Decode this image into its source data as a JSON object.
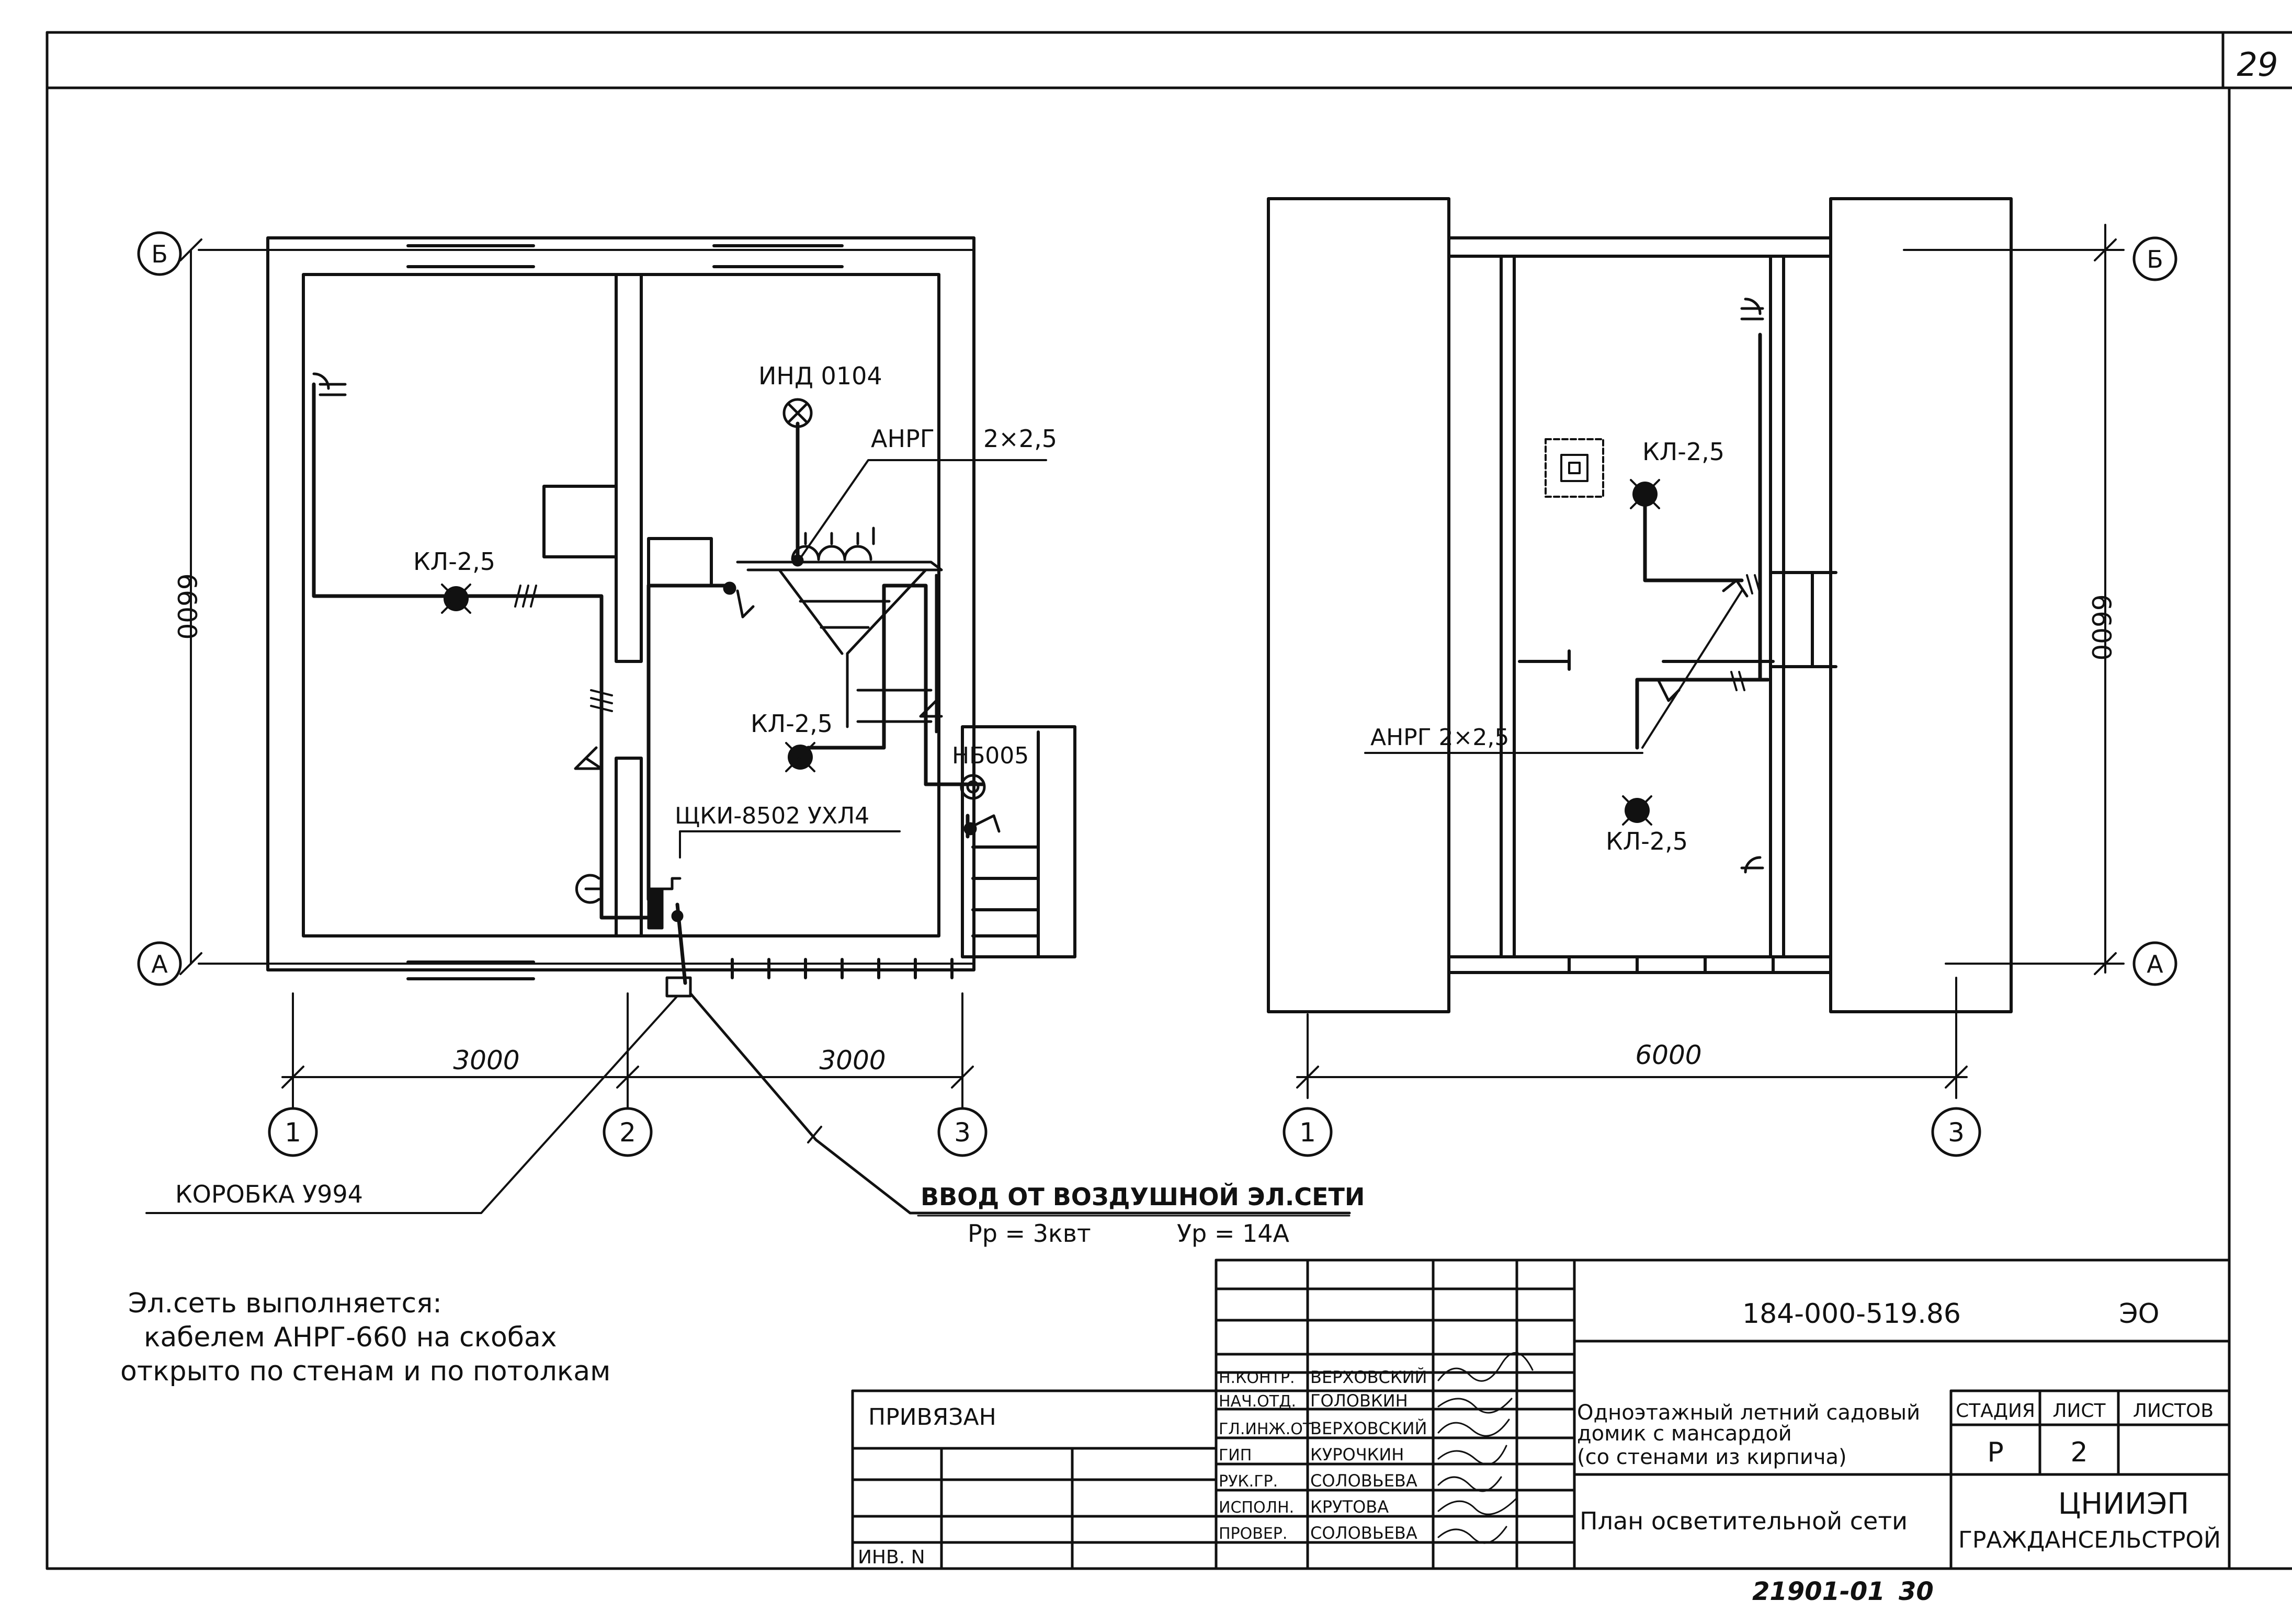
{
  "sheet": {
    "page_number": "29",
    "bottom_code": "21901-01",
    "bottom_page": "30"
  },
  "grid_labels": {
    "row_b": "Б",
    "row_a": "А",
    "col_1": "1",
    "col_2": "2",
    "col_3": "3"
  },
  "plan_left": {
    "dim_height": "6600",
    "dim_span_1": "3000",
    "dim_span_2": "3000",
    "lamp_1": "КЛ-2,5",
    "lamp_2": "КЛ-2,5",
    "indicator": "ИНД 0104",
    "cable_label": "АНРГ",
    "cable_section": "2×2,5",
    "bell": "НБ005",
    "panel": "ЩКИ-8502 УХЛ4",
    "box_label": "КОРОБКА  У994",
    "input_label": "ВВОД ОТ ВОЗДУШНОЙ ЭЛ.СЕТИ",
    "input_power": "Рр = 3квт",
    "input_current": "Ур = 14А"
  },
  "plan_right": {
    "dim_height": "6600",
    "dim_span": "6000",
    "lamp_1": "КЛ-2,5",
    "lamp_2": "КЛ-2,5",
    "cable_label": "АНРГ 2×2,5"
  },
  "notes": {
    "line1": "Эл.сеть выполняется:",
    "line2": "кабелем   АНРГ-660 на скобах",
    "line3": "открыто  по стенам и по потолкам"
  },
  "title_block": {
    "doc_code": "184-000-519.86",
    "doc_mark": "ЭО",
    "attached": "ПРИВЯЗАН",
    "inv": "ИНВ. N",
    "roles": [
      "Н.КОНТР.",
      "НАЧ.ОТД.",
      "ГЛ.ИНЖ.ОТ",
      "ГИП",
      "РУК.ГР.",
      "ИСПОЛН.",
      "ПРОВЕР."
    ],
    "names": [
      "ВЕРХОВСКИЙ",
      "ГОЛОВКИН",
      "ВЕРХОВСКИЙ",
      "КУРОЧКИН",
      "СОЛОВЬЕВА",
      "КРУТОВА",
      "СОЛОВЬЕВА"
    ],
    "project_line1": "Одноэтажный летний садовый",
    "project_line2": "домик с мансардой",
    "project_line3": "(со стенами из кирпича)",
    "sheet_title": "План осветительной сети",
    "h_stage": "СТАДИЯ",
    "h_sheet": "ЛИСТ",
    "h_sheets": "ЛИСТОВ",
    "stage": "Р",
    "sheet_no": "2",
    "org_line1": "ЦНИИЭП",
    "org_line2": "ГРАЖДАНСЕЛЬСТРОЙ"
  },
  "colors": {
    "ink": "#111111",
    "paper": "#ffffff"
  }
}
